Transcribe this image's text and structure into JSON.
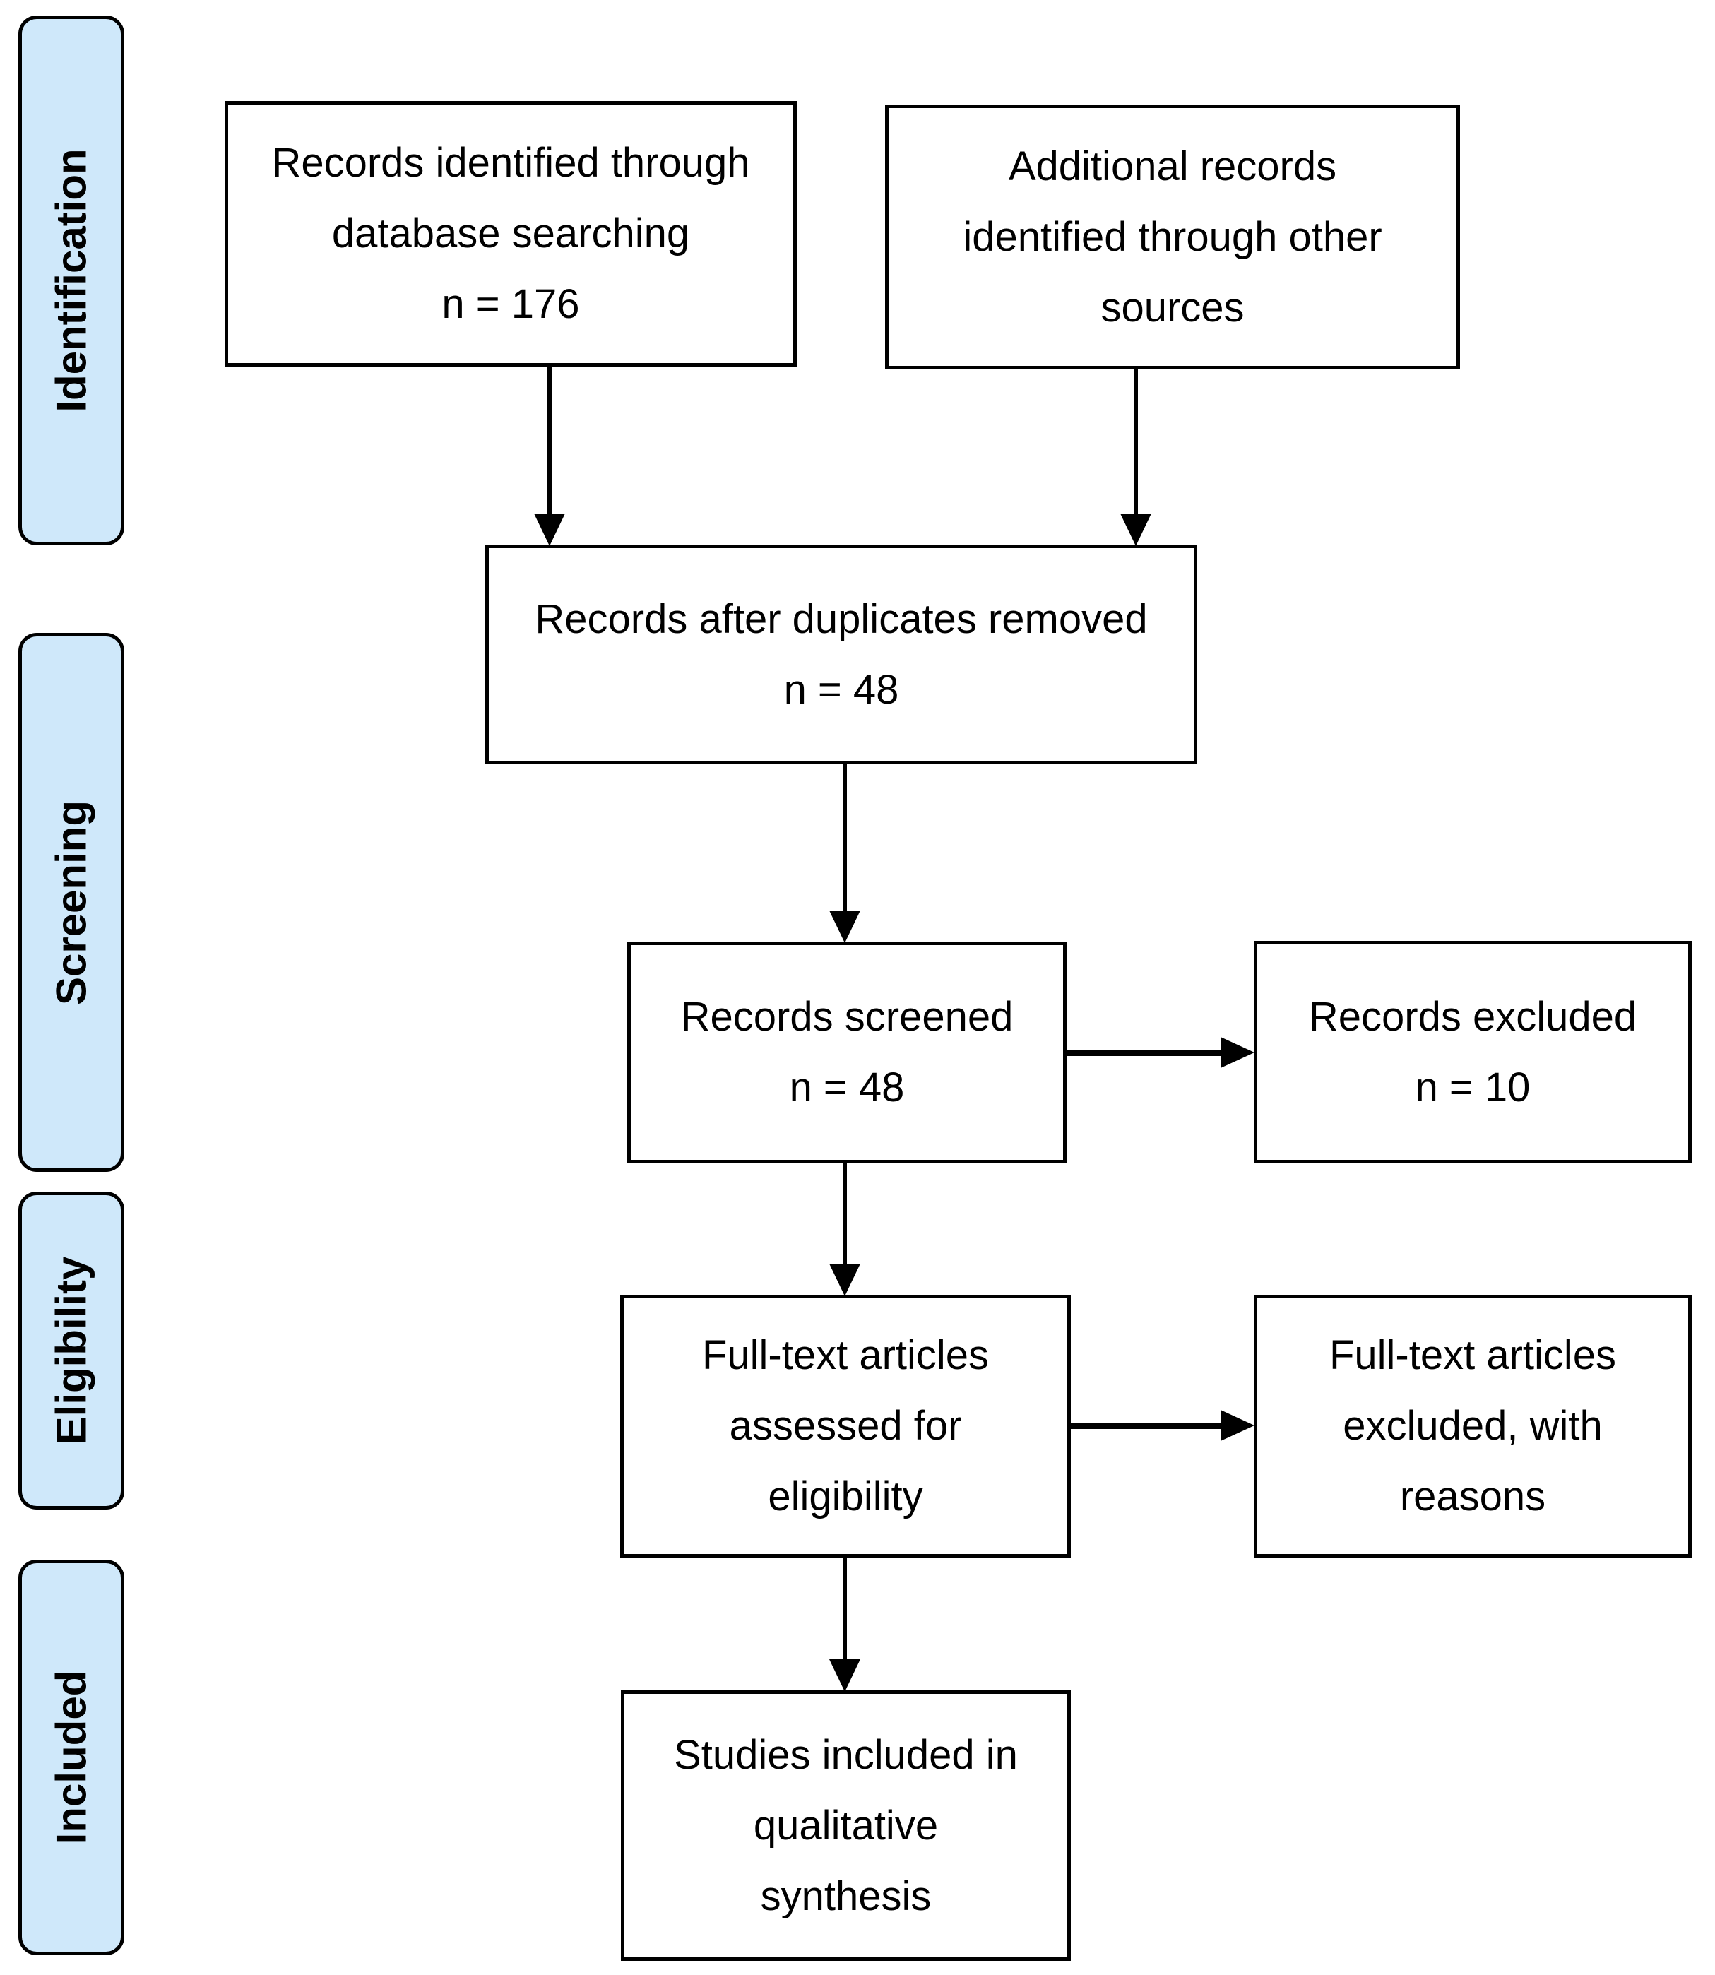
{
  "diagram": {
    "stages": [
      {
        "label": "Identification"
      },
      {
        "label": "Screening"
      },
      {
        "label": "Eligibility"
      },
      {
        "label": "Included"
      }
    ],
    "boxes": {
      "records_identified": {
        "lines": [
          "Records identified through",
          "database searching",
          "n = 176"
        ]
      },
      "additional_records": {
        "lines": [
          "Additional records",
          "identified through other",
          "sources"
        ]
      },
      "after_duplicates": {
        "lines": [
          "Records after duplicates removed",
          "n = 48"
        ]
      },
      "records_screened": {
        "lines": [
          "Records screened",
          "n = 48"
        ]
      },
      "records_excluded": {
        "lines": [
          "Records excluded",
          "n = 10"
        ]
      },
      "fulltext_assessed": {
        "lines": [
          "Full-text articles",
          "assessed for",
          "eligibility"
        ]
      },
      "fulltext_excluded": {
        "lines": [
          "Full-text articles",
          "excluded, with",
          "reasons"
        ]
      },
      "studies_included": {
        "lines": [
          "Studies included in",
          "qualitative",
          "synthesis"
        ]
      }
    },
    "counts": {
      "records_identified": 176,
      "after_duplicates": 48,
      "records_screened": 48,
      "records_excluded": 10
    },
    "colors": {
      "stage_fill": "#cfe8fa",
      "line": "#000000",
      "background": "#ffffff"
    }
  }
}
